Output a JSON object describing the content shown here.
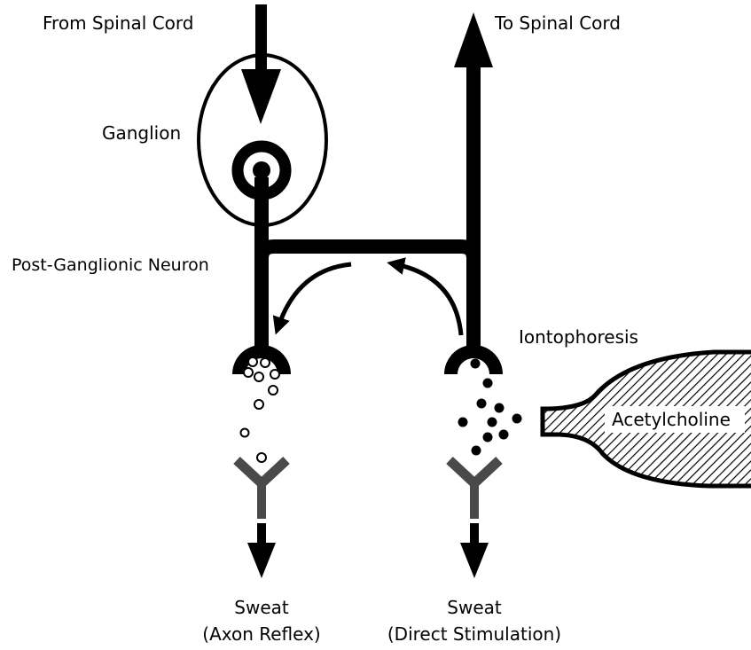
{
  "labels": {
    "from_spinal_cord": "From Spinal Cord",
    "to_spinal_cord": "To Spinal Cord",
    "ganglion": "Ganglion",
    "post_ganglionic_neuron": "Post-Ganglionic Neuron",
    "iontophoresis": "Iontophoresis",
    "acetylcholine": "Acetylcholine",
    "sweat_left": "Sweat",
    "axon_reflex": "(Axon Reflex)",
    "sweat_right": "Sweat",
    "direct_stimulation": "(Direct Stimulation)"
  },
  "colors": {
    "ink": "#000000",
    "receptor": "#4a4a4a",
    "background": "#ffffff"
  },
  "icons": {
    "receptor_left": "y-receptor-icon",
    "receptor_right": "y-receptor-icon"
  }
}
